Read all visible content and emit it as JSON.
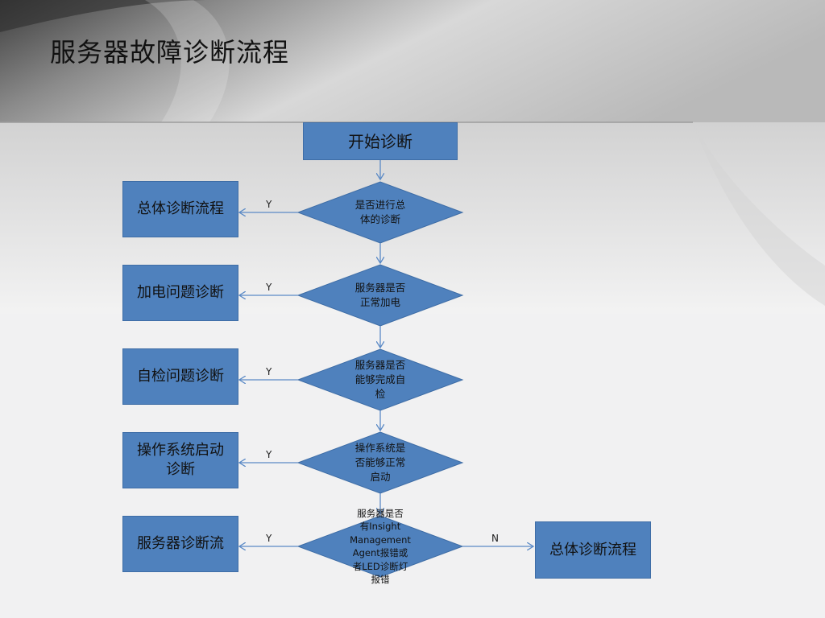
{
  "slide": {
    "title": "服务器故障诊断流程"
  },
  "flow": {
    "start": "开始诊断",
    "decisions": [
      "是否进行总体的诊断",
      "服务器是否正常加电",
      "服务器是否能够完成自检",
      "操作系统是否能够正常启动",
      "服务器是否有Insight Management Agent报错或者LED诊断灯报错"
    ],
    "decision_lines": [
      [
        "是否进行总",
        "体的诊断"
      ],
      [
        "服务器是否",
        "正常加电"
      ],
      [
        "服务器是否",
        "能够完成自",
        "检"
      ],
      [
        "操作系统是",
        "否能够正常",
        "启动"
      ],
      [
        "服务器是否",
        "有Insight",
        "Management",
        "Agent报错或",
        "者LED诊断灯",
        "报错"
      ]
    ],
    "yes_results": [
      "总体诊断流程",
      "加电问题诊断",
      "自检问题诊断",
      "操作系统启动诊断",
      "服务器诊断流"
    ],
    "yes_result_lines": [
      [
        "总体诊断流程"
      ],
      [
        "加电问题诊断"
      ],
      [
        "自检问题诊断"
      ],
      [
        "操作系统启动",
        "诊断"
      ],
      [
        "服务器诊断流"
      ]
    ],
    "no_result": "总体诊断流程",
    "yes_label": "Y",
    "no_label": "N"
  },
  "colors": {
    "shape_fill": "#4f81bd",
    "shape_border": "#3e6da6",
    "connector": "#5b8ac6"
  }
}
